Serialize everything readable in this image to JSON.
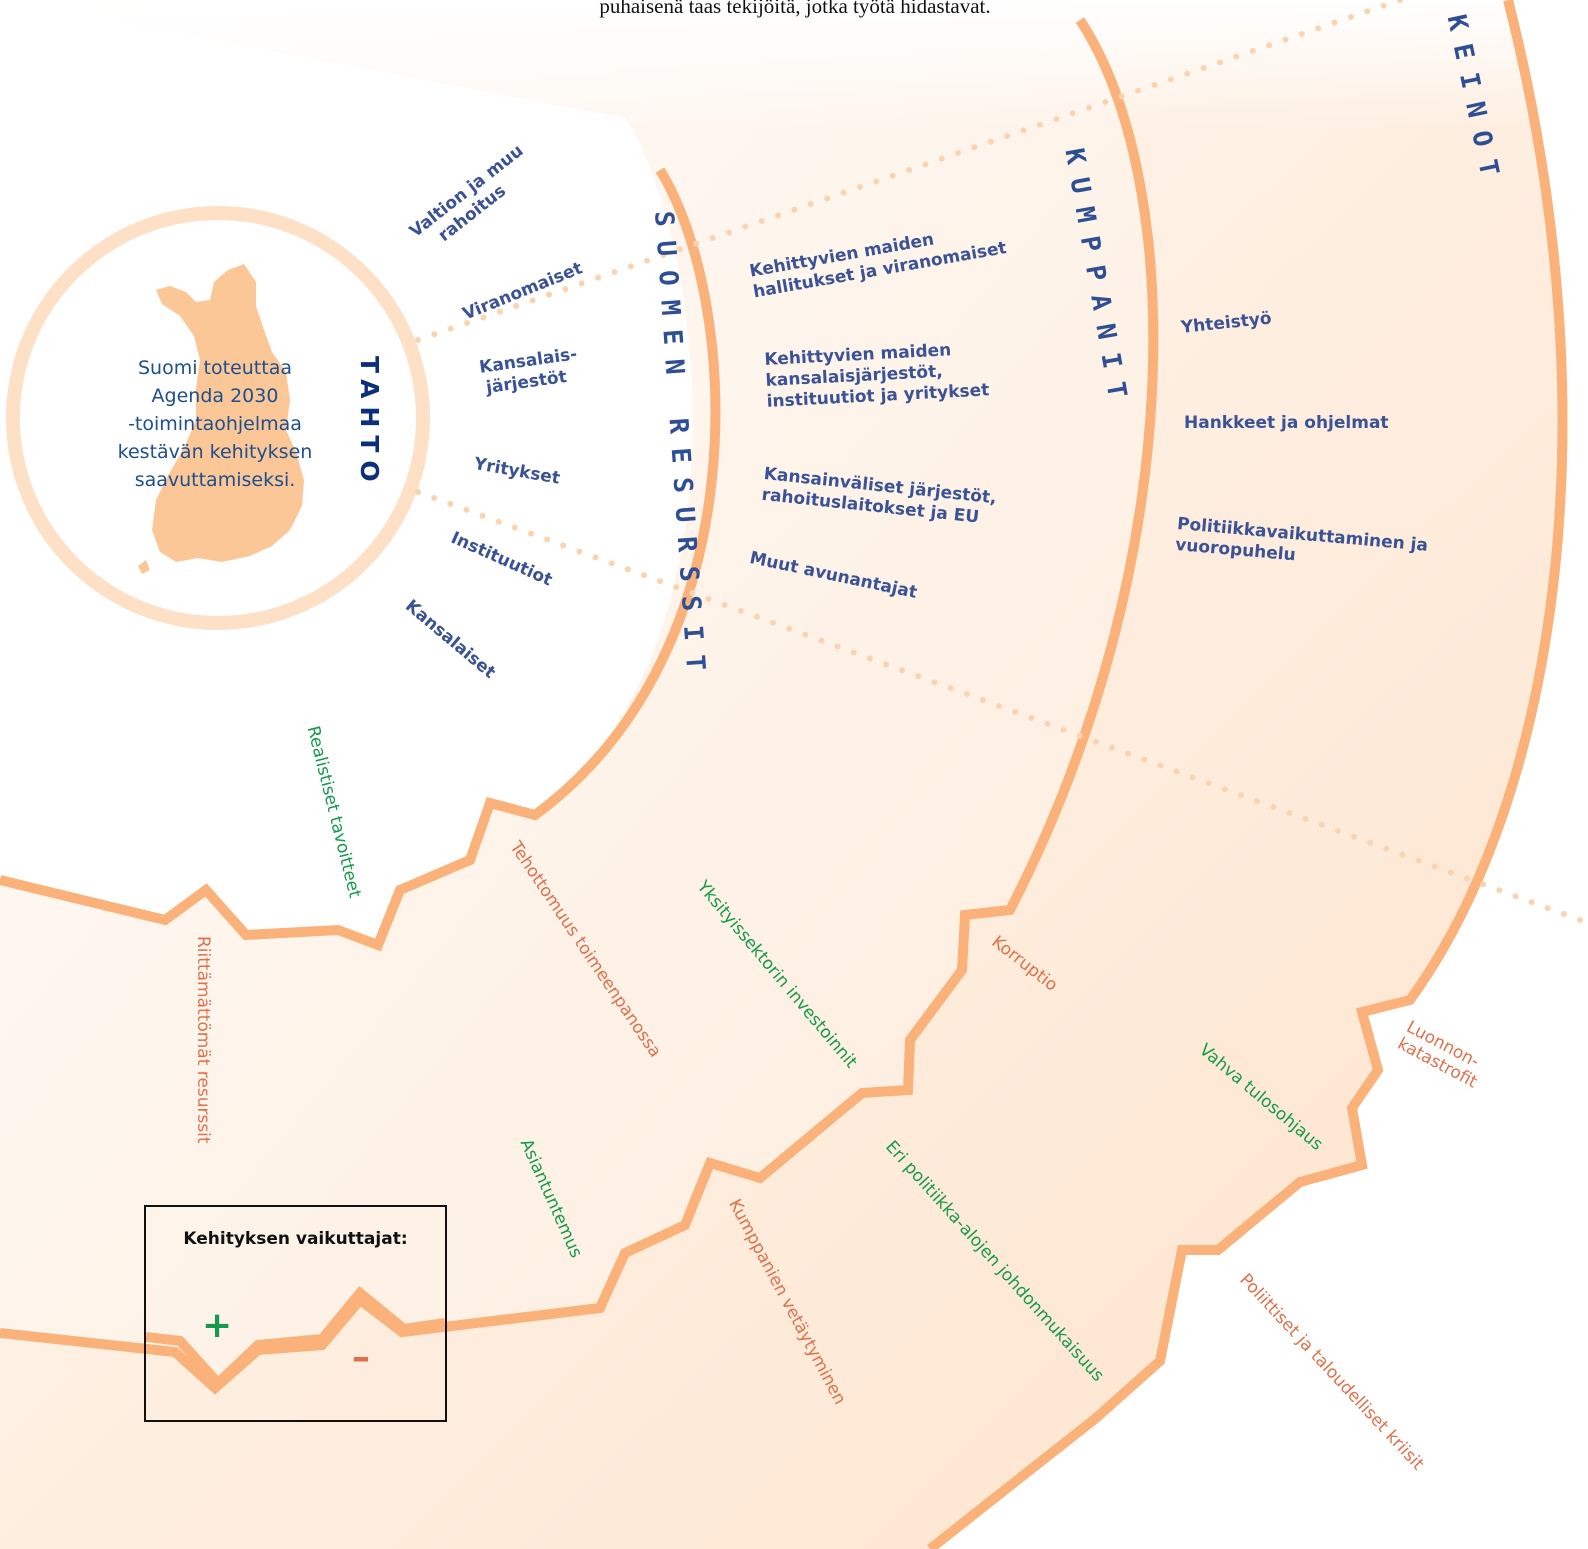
{
  "intro_text": "puhaisenä taas tekijöitä, jotka työtä hidastavat.",
  "center": {
    "lines": [
      "Suomi toteuttaa",
      "Agenda 2030",
      "-toimintaohjelmaa",
      "kestävän kehityksen",
      "saavuttamiseksi."
    ]
  },
  "categories": {
    "tahto": "TAHTO",
    "suomen_resurssit": "SUOMEN RESURSSIT",
    "kumppanit": "KUMPPANIT",
    "keinot": "KEINOT"
  },
  "resources": [
    [
      "Valtion ja muu",
      "rahoitus"
    ],
    [
      "Viranomaiset"
    ],
    [
      "Kansalais-",
      "järjestöt"
    ],
    [
      "Yritykset"
    ],
    [
      "Instituutiot"
    ],
    [
      "Kansalaiset"
    ]
  ],
  "partners": [
    [
      "Kehittyvien maiden",
      "hallitukset ja viranomaiset"
    ],
    [
      "Kehittyvien maiden",
      "kansalaisjärjestöt,",
      "instituutiot ja yritykset"
    ],
    [
      "Kansainväliset järjestöt,",
      "rahoituslaitokset ja EU"
    ],
    [
      "Muut avunantajat"
    ]
  ],
  "means": [
    [
      "Yhteistyö"
    ],
    [
      "Hankkeet ja ohjelmat"
    ],
    [
      "Politiikkavaikuttaminen ja",
      "vuoropuhelu"
    ]
  ],
  "positive_factors": [
    "Realistiset tavoitteet",
    "Yksityissektorin investoinnit",
    "Asiantuntemus",
    "Eri politiikka-alojen johdonmukaisuus",
    "Vahva tulosohjaus"
  ],
  "negative_factors": [
    "Riittämättömät resurssit",
    "Tehottomuus toimeenpanossa",
    "Korruptio",
    "Kumppanien vetäytyminen",
    "Luonnon- katastrofit",
    "Poliittiset ja taloudelliset kriisit"
  ],
  "legend": {
    "title": "Kehityksen vaikuttajat:",
    "plus": "+",
    "minus": "–"
  },
  "colors": {
    "ring": "#fbb27a",
    "band_fill": "#fdeee0",
    "map_fill": "#fbc796",
    "category_text": "#2f4f95",
    "item_text": "#3a5296",
    "positive": "#169a4a",
    "negative": "#e0704a"
  }
}
